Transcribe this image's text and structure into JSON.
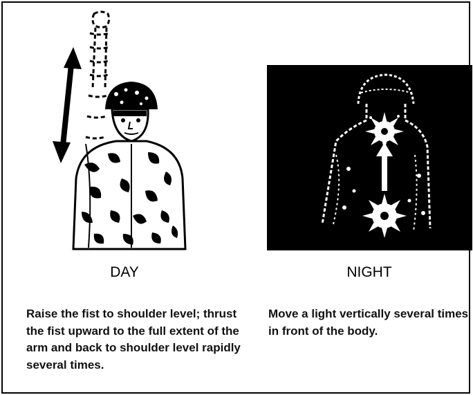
{
  "panels": {
    "day": {
      "title": "DAY",
      "description": "Raise the fist to shoulder level; thrust the fist upward to the full extent of the arm and back to shoulder level rapidly several times."
    },
    "night": {
      "title": "NIGHT",
      "description": "Move a light vertically several times in front of the body."
    }
  },
  "colors": {
    "ink": "#000000",
    "paper": "#ffffff"
  }
}
